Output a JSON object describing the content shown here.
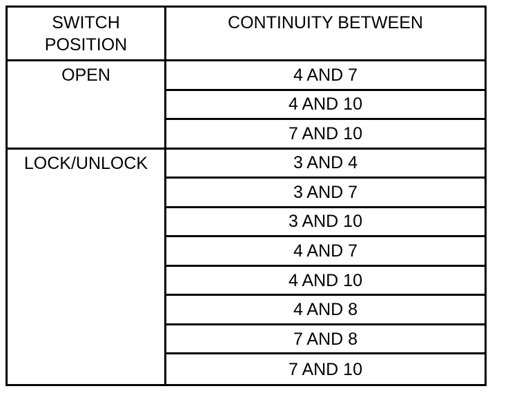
{
  "table": {
    "headers": {
      "switch_position_line1": "SWITCH",
      "switch_position_line2": "POSITION",
      "continuity": "CONTINUITY BETWEEN"
    },
    "groups": [
      {
        "position": "OPEN",
        "pairs": [
          "4 AND 7",
          "4 AND 10",
          "7 AND 10"
        ]
      },
      {
        "position": "LOCK/UNLOCK",
        "pairs": [
          "3 AND 4",
          "3 AND 7",
          "3 AND 10",
          "4 AND 7",
          "4 AND 10",
          "4 AND 8",
          "7 AND 8",
          "7 AND 10"
        ]
      }
    ]
  }
}
